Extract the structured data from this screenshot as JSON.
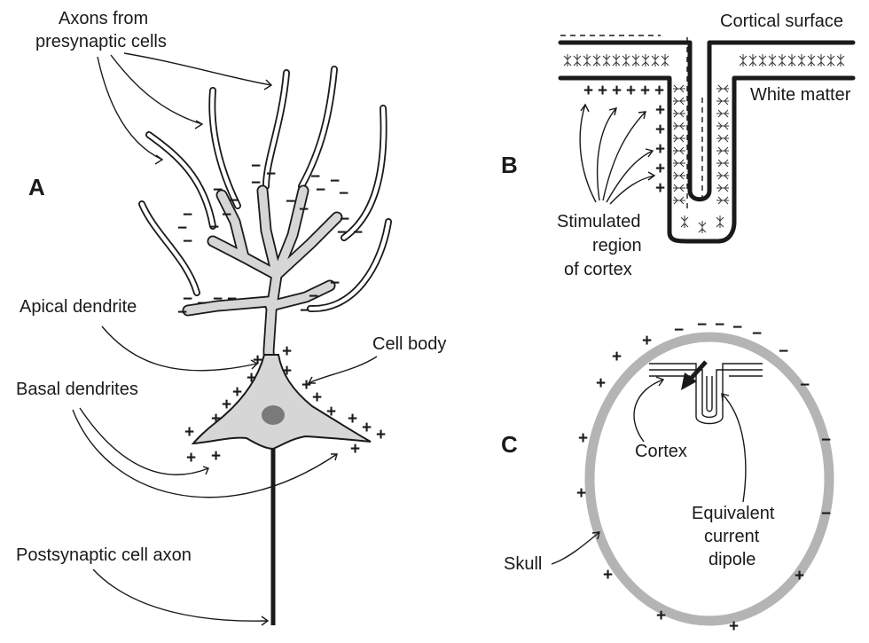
{
  "panels": {
    "a": "A",
    "b": "B",
    "c": "C"
  },
  "panel_a": {
    "axons_label_1": "Axons from",
    "axons_label_2": "presynaptic cells",
    "apical_dendrite": "Apical dendrite",
    "cell_body": "Cell body",
    "basal_dendrites": "Basal dendrites",
    "postsynaptic_axon": "Postsynaptic cell axon"
  },
  "panel_b": {
    "cortical_surface": "Cortical surface",
    "white_matter": "White matter",
    "stimulated_1": "Stimulated",
    "stimulated_2": "region",
    "stimulated_3": "of cortex"
  },
  "panel_c": {
    "cortex": "Cortex",
    "dipole_1": "Equivalent",
    "dipole_2": "current",
    "dipole_3": "dipole",
    "skull": "Skull"
  },
  "signs": {
    "minus": "−",
    "plus": "+"
  },
  "colors": {
    "ink": "#1a1a1a",
    "cell_fill": "#d6d6d6",
    "nucleus": "#7a7a7a",
    "skull": "#b4b4b4"
  }
}
